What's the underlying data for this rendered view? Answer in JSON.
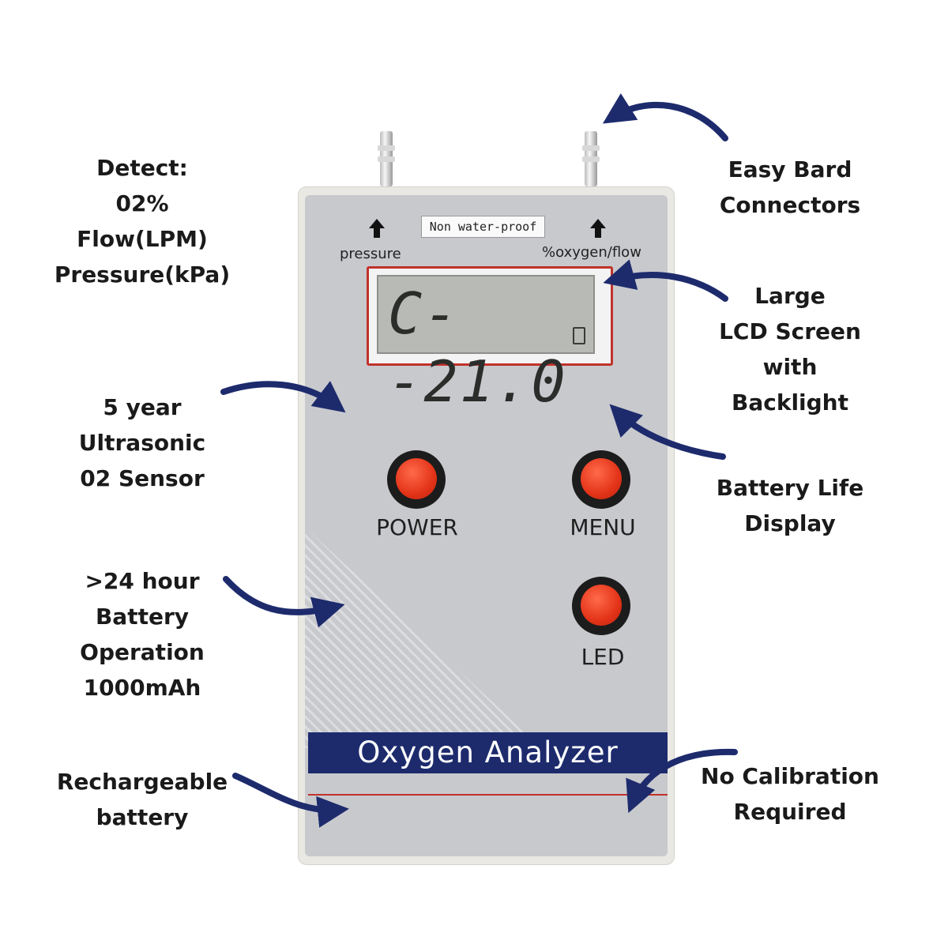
{
  "device": {
    "label_tag": "Non water-proof",
    "port_left": "pressure",
    "port_right": "%oxygen/flow",
    "lcd_reading": "C--21.0",
    "buttons": {
      "power": "POWER",
      "menu": "MENU",
      "led": "LED"
    },
    "brand": "Oxygen Analyzer"
  },
  "callouts": {
    "detect": [
      "Detect:",
      "02%",
      "Flow(LPM)",
      "Pressure(kPa)"
    ],
    "sensor": [
      "5 year",
      "Ultrasonic",
      "02 Sensor"
    ],
    "battery_operation": [
      ">24 hour",
      "Battery",
      "Operation",
      "1000mAh"
    ],
    "rechargeable": [
      "Rechargeable",
      "battery"
    ],
    "connectors": [
      "Easy Bard",
      "Connectors"
    ],
    "lcd": [
      "Large",
      "LCD Screen",
      "with",
      "Backlight"
    ],
    "battery_life": [
      "Battery Life",
      "Display"
    ],
    "calibration": [
      "No Calibration",
      "Required"
    ]
  },
  "colors": {
    "arrow": "#1d2b6d",
    "brand_bar": "#1d2b6d",
    "button": "#e33318",
    "lcd_frame": "#c0322b"
  }
}
